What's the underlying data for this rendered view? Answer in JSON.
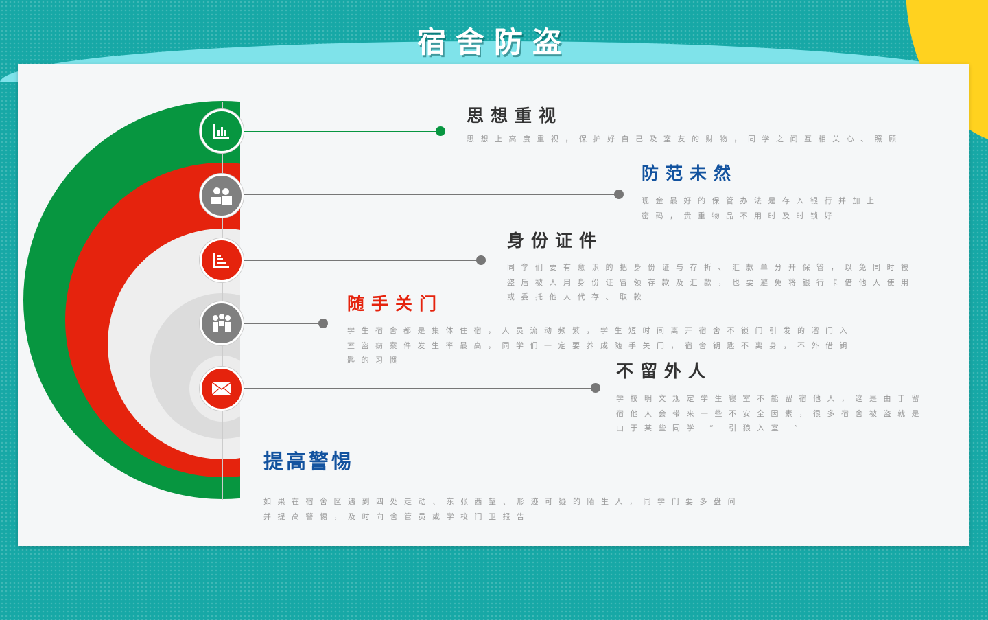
{
  "title": "宿舍防盗",
  "colors": {
    "green": "#079640",
    "red": "#e5230d",
    "gray": "#808080",
    "blue": "#13539f"
  },
  "items": [
    {
      "title": "思想重视",
      "text": "思想上高度重视，保护好自己及室友的财物，同学之间互相关心、照顾",
      "icon": "bar-chart-icon"
    },
    {
      "title": "防范未然",
      "text": "现金最好的保管办法是存入银行并加上密码，贵重物品不用时及时锁好",
      "icon": "meeting-icon"
    },
    {
      "title": "身份证件",
      "text": "同学们要有意识的把身份证与存折、汇款单分开保管，以免同时被盗后被人用身份证冒领存款及汇款，也要避免将银行卡借他人使用或委托他人代存、取款",
      "icon": "horizontal-bar-chart-icon"
    },
    {
      "title": "随手关门",
      "text": "学生宿舍都是集体住宿，人员流动频繁，学生短时间离开宿舍不锁门引发的溜门入室盗窃案件发生率最高，同学们一定要养成随手关门，宿舍钥匙不离身，不外借钥匙的习惯",
      "icon": "team-icon"
    },
    {
      "title": "不留外人",
      "text": "学校明文规定学生寝室不能留宿他人，这是由于留宿他人会带来一些不安全因素，很多宿舍被盗就是由于某些同学 “ 引狼入室 ”",
      "icon": "envelope-icon"
    },
    {
      "title": "提高警惕",
      "text": "如果在宿舍区遇到四处走动、东张西望、形迹可疑的陌生人，同学们要多盘问并提高警惕，及时向舍管员或学校门卫报告"
    }
  ]
}
